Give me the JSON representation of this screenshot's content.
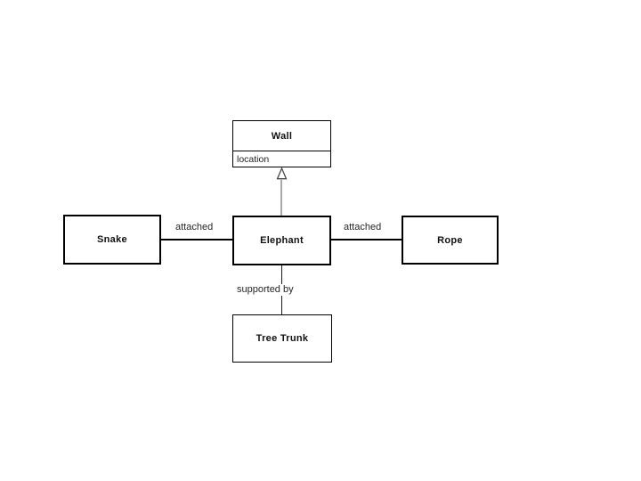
{
  "diagram": {
    "type": "uml-object-diagram",
    "background": "#ffffff",
    "nodes": {
      "wall": {
        "title": "Wall",
        "attributes": [
          "location"
        ]
      },
      "snake": {
        "title": "Snake"
      },
      "elephant": {
        "title": "Elephant"
      },
      "rope": {
        "title": "Rope"
      },
      "tree_trunk": {
        "title": "Tree Trunk"
      }
    },
    "edges": [
      {
        "from": "snake",
        "to": "elephant",
        "type": "association",
        "label": "attached"
      },
      {
        "from": "elephant",
        "to": "rope",
        "type": "association",
        "label": "attached"
      },
      {
        "from": "elephant",
        "to": "tree_trunk",
        "type": "association",
        "label": "supported by"
      },
      {
        "from": "elephant",
        "to": "wall",
        "type": "generalization",
        "label": ""
      }
    ],
    "colors": {
      "node_border": "#000000",
      "association_line": "#000000",
      "generalization_line": "#a8a8a8",
      "text": "#1a1a1a"
    }
  }
}
